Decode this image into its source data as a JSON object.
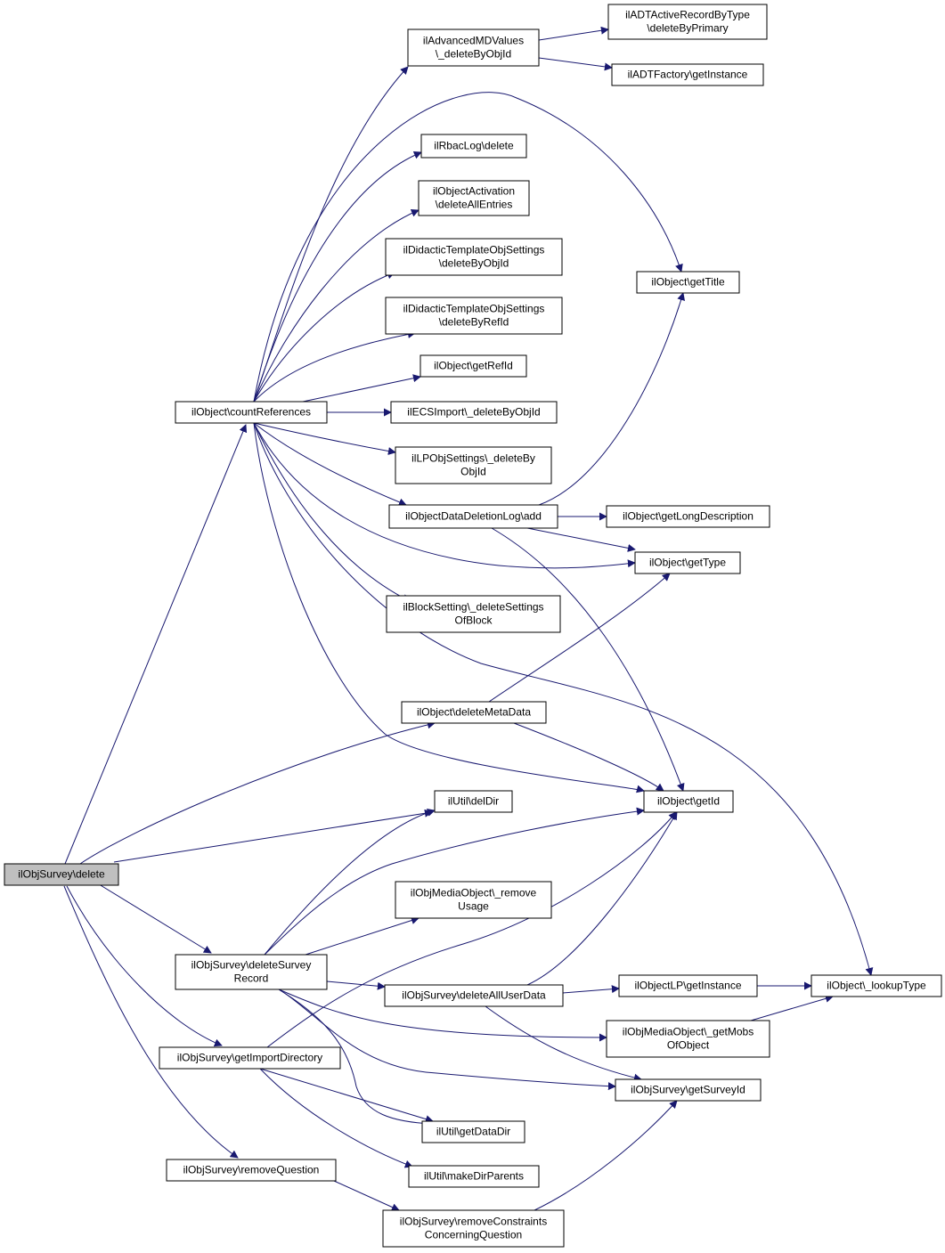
{
  "graph": {
    "edge_color": "#191970",
    "root_fill": "#bfbfbf",
    "nodes": [
      {
        "id": "delete",
        "lines": [
          "ilObjSurvey\\delete"
        ],
        "root": true
      },
      {
        "id": "countReferences",
        "lines": [
          "ilObject\\countReferences"
        ]
      },
      {
        "id": "advMD",
        "lines": [
          "ilAdvancedMDValues",
          "\\_deleteByObjId"
        ]
      },
      {
        "id": "adtActive",
        "lines": [
          "ilADTActiveRecordByType",
          "\\deleteByPrimary"
        ]
      },
      {
        "id": "adtFactory",
        "lines": [
          "ilADTFactory\\getInstance"
        ]
      },
      {
        "id": "rbacLog",
        "lines": [
          "ilRbacLog\\delete"
        ]
      },
      {
        "id": "objActivation",
        "lines": [
          "ilObjectActivation",
          "\\deleteAllEntries"
        ]
      },
      {
        "id": "didObjId",
        "lines": [
          "ilDidacticTemplateObjSettings",
          "\\deleteByObjId"
        ]
      },
      {
        "id": "didRefId",
        "lines": [
          "ilDidacticTemplateObjSettings",
          "\\deleteByRefId"
        ]
      },
      {
        "id": "getRefId",
        "lines": [
          "ilObject\\getRefId"
        ]
      },
      {
        "id": "ecsImport",
        "lines": [
          "ilECSImport\\_deleteByObjId"
        ]
      },
      {
        "id": "lpObjSettings",
        "lines": [
          "ilLPObjSettings\\_deleteBy",
          "ObjId"
        ]
      },
      {
        "id": "deletionLog",
        "lines": [
          "ilObjectDataDeletionLog\\add"
        ]
      },
      {
        "id": "blockSetting",
        "lines": [
          "ilBlockSetting\\_deleteSettings",
          "OfBlock"
        ]
      },
      {
        "id": "getTitle",
        "lines": [
          "ilObject\\getTitle"
        ]
      },
      {
        "id": "getLongDesc",
        "lines": [
          "ilObject\\getLongDescription"
        ]
      },
      {
        "id": "getType",
        "lines": [
          "ilObject\\getType"
        ]
      },
      {
        "id": "deleteMetaData",
        "lines": [
          "ilObject\\deleteMetaData"
        ]
      },
      {
        "id": "getId",
        "lines": [
          "ilObject\\getId"
        ]
      },
      {
        "id": "delDir",
        "lines": [
          "ilUtil\\delDir"
        ]
      },
      {
        "id": "mobRemoveUsage",
        "lines": [
          "ilObjMediaObject\\_remove",
          "Usage"
        ]
      },
      {
        "id": "deleteSurveyRecord",
        "lines": [
          "ilObjSurvey\\deleteSurvey",
          "Record"
        ]
      },
      {
        "id": "deleteAllUserData",
        "lines": [
          "ilObjSurvey\\deleteAllUserData"
        ]
      },
      {
        "id": "objectLP",
        "lines": [
          "ilObjectLP\\getInstance"
        ]
      },
      {
        "id": "lookupType",
        "lines": [
          "ilObject\\_lookupType"
        ]
      },
      {
        "id": "getMobs",
        "lines": [
          "ilObjMediaObject\\_getMobs",
          "OfObject"
        ]
      },
      {
        "id": "getImportDirectory",
        "lines": [
          "ilObjSurvey\\getImportDirectory"
        ]
      },
      {
        "id": "getSurveyId",
        "lines": [
          "ilObjSurvey\\getSurveyId"
        ]
      },
      {
        "id": "getDataDir",
        "lines": [
          "ilUtil\\getDataDir"
        ]
      },
      {
        "id": "makeDirParents",
        "lines": [
          "ilUtil\\makeDirParents"
        ]
      },
      {
        "id": "removeQuestion",
        "lines": [
          "ilObjSurvey\\removeQuestion"
        ]
      },
      {
        "id": "removeConstraints",
        "lines": [
          "ilObjSurvey\\removeConstraints",
          "ConcerningQuestion"
        ]
      }
    ]
  }
}
